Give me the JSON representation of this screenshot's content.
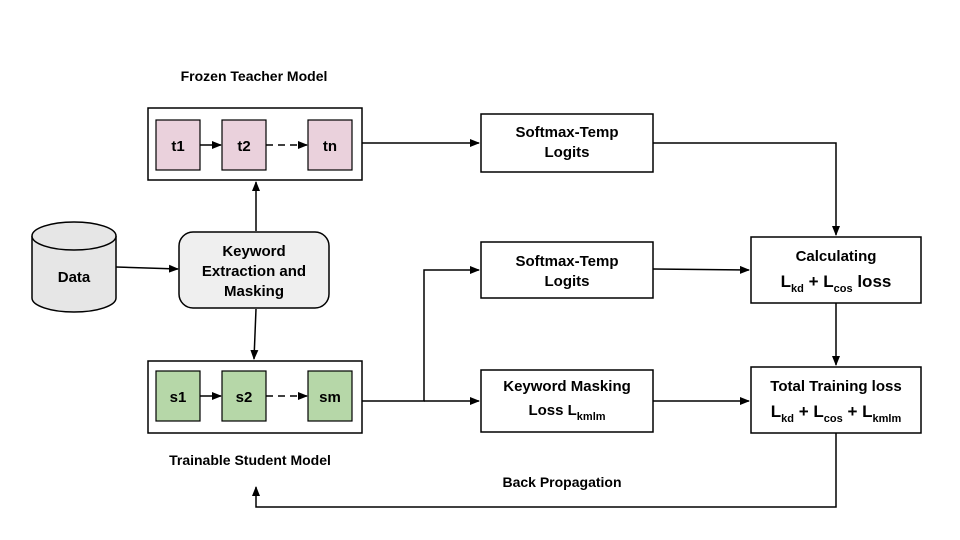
{
  "teacher": {
    "title": "Frozen Teacher Model",
    "tokens": [
      "t1",
      "t2",
      "tn"
    ],
    "token_fill": "#ead1dc"
  },
  "student": {
    "title": "Trainable Student Model",
    "tokens": [
      "s1",
      "s2",
      "sm"
    ],
    "token_fill": "#b6d7a8"
  },
  "data_node": {
    "label": "Data",
    "fill": "#e6e6e6"
  },
  "keyword_node": {
    "lines": [
      "Keyword",
      "Extraction and",
      "Masking"
    ],
    "fill": "#efefef"
  },
  "teacher_softmax": {
    "lines": [
      "Softmax-Temp",
      "Logits"
    ]
  },
  "student_softmax": {
    "lines": [
      "Softmax-Temp",
      "Logits"
    ]
  },
  "kmlm_loss": {
    "line1": "Keyword Masking",
    "line2_prefix": "Loss L",
    "line2_sub": "kmlm"
  },
  "calc_loss": {
    "line1": "Calculating",
    "parts": [
      {
        "main": "L",
        "sub": "kd"
      },
      {
        "main": " + L",
        "sub": "cos"
      },
      {
        "main": " loss",
        "sub": ""
      }
    ]
  },
  "total_loss": {
    "line1": "Total Training loss",
    "parts": [
      {
        "main": "L",
        "sub": "kd"
      },
      {
        "main": " + L",
        "sub": "cos"
      },
      {
        "main": " + L",
        "sub": "kmlm"
      }
    ]
  },
  "back_propagation": {
    "label": "Back Propagation"
  }
}
